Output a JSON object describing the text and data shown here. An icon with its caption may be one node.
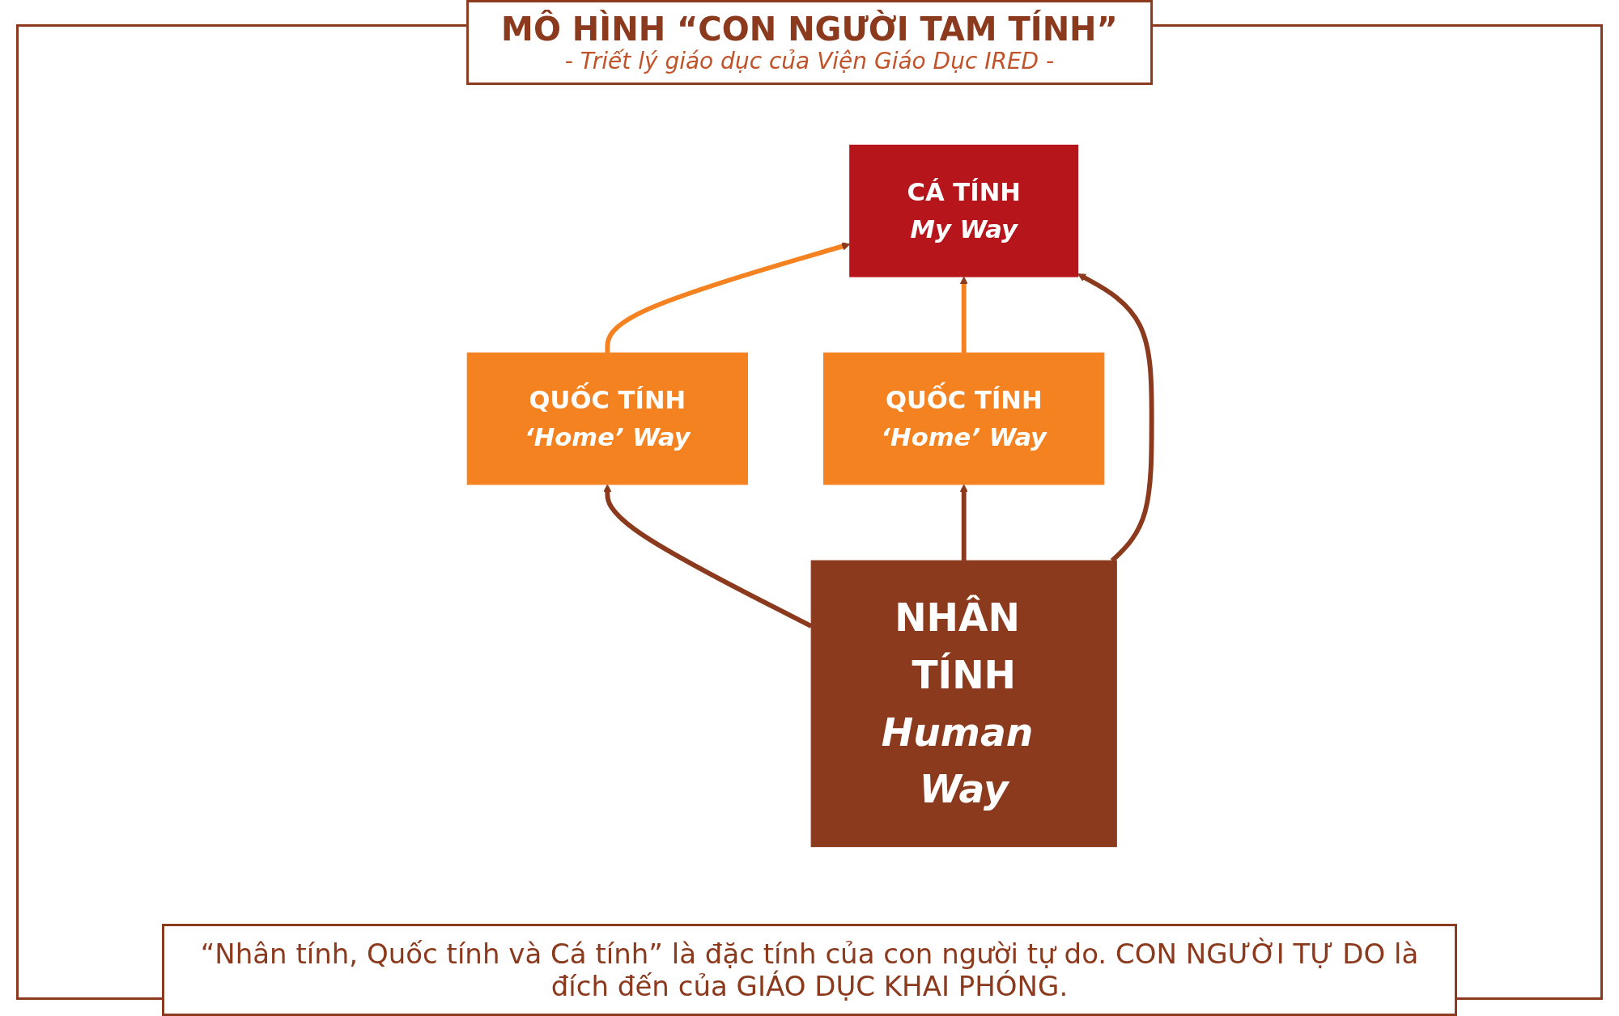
{
  "diagram": {
    "title": "MÔ HÌNH “CON NGƯỜI TAM TÍNH”",
    "caption": "“Nhân tính, Quốc tính và Cá tính” là đặc tính của con người tự do. CON NGƯỜI TỰ DO là đích đến của GIÁO DỤC KHAI PHÓNG.",
    "nodes": [
      {
        "text": [
          "QUỐC TÍNH",
          "‘Home’ Way"
        ]
      },
      {
        "text": [
          "CÁ TÍNH",
          "My Way"
        ]
      },
      {
        "text": [
          "QUỐC TÍNH",
          "‘Home’ Way"
        ]
      },
      {
        "text": [
          "NHÂN TÍNH",
          "Human Way"
        ]
      }
    ],
    "edges": [
      {
        "from": 0,
        "to": 1,
        "arrow": "to",
        "color": "#f58220"
      },
      {
        "from": 2,
        "to": 1,
        "arrow": "to",
        "color": "#f58220"
      },
      {
        "from": 3,
        "to": 0,
        "arrow": "to"
      },
      {
        "from": 3,
        "to": 1,
        "arrow": "to"
      },
      {
        "from": 3,
        "to": 2,
        "arrow": "to"
      }
    ],
    "labels": [
      "- Triết lý giáo dục của Viện Giáo Dục IRED -"
    ]
  }
}
